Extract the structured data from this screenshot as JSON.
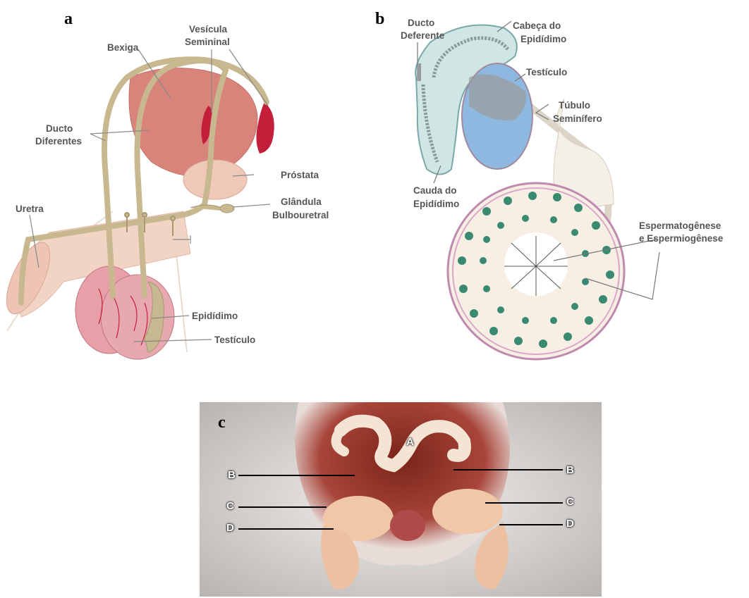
{
  "panels": {
    "a": {
      "letter": "a",
      "labels": {
        "vesicula_1": "Vesícula",
        "vesicula_2": "Semininal",
        "bexiga": "Bexiga",
        "ducto_1": "Ducto",
        "ducto_2": "Diferentes",
        "prostata": "Próstata",
        "glandula_1": "Glândula",
        "glandula_2": "Bulbouretral",
        "uretra": "Uretra",
        "epididimo": "Epidídimo",
        "testiculo": "Testículo"
      }
    },
    "b": {
      "letter": "b",
      "labels": {
        "ducto_1": "Ducto",
        "ducto_2": "Deferente",
        "cabeca_1": "Cabeça do",
        "cabeca_2": "Epidídimo",
        "testiculo": "Testículo",
        "tubulo_1": "Túbulo",
        "tubulo_2": "Seminífero",
        "cauda_1": "Cauda do",
        "cauda_2": "Epidídimo",
        "esperm_1": "Espermatogênese",
        "esperm_2": "e Espermiogênese"
      }
    },
    "c": {
      "letter": "c",
      "labels": {
        "A": "A",
        "B_left": "B",
        "B_right": "B",
        "C_left": "C",
        "C_right": "C",
        "D_left": "D",
        "D_right": "D"
      }
    }
  }
}
